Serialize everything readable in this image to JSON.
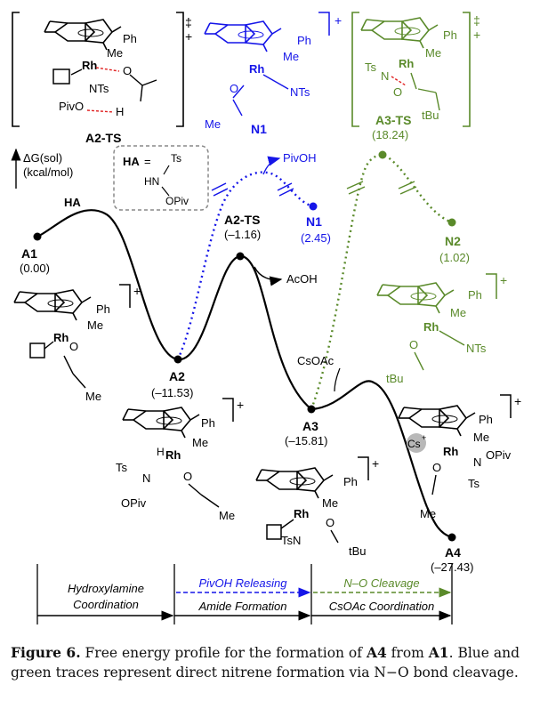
{
  "colors": {
    "main": "#000000",
    "blue": "#1515e8",
    "green": "#5a8a2a",
    "gray": "#9a9a9a"
  },
  "energy_axis": {
    "label_line1": "ΔG(sol)",
    "label_line2": "(kcal/mol)"
  },
  "ha_box": {
    "label": "HA",
    "equals": "=",
    "ts": "Ts",
    "hn": "HN",
    "opiv": "OPiv"
  },
  "structures": {
    "a2ts": {
      "name": "A2-TS",
      "charge": "‡",
      "plus": "+",
      "ph": "Ph",
      "me": "Me",
      "rh": "Rh",
      "nts": "NTs",
      "pivo": "PivO",
      "o": "O",
      "h": "H"
    },
    "n1": {
      "name": "N1",
      "plus": "+",
      "ph": "Ph",
      "me": "Me",
      "rh": "Rh",
      "nts": "NTs",
      "o": "O",
      "me2": "Me"
    },
    "a3ts": {
      "name": "A3-TS",
      "energy": "(18.24)",
      "charge": "‡",
      "plus": "+",
      "ph": "Ph",
      "me": "Me",
      "rh": "Rh",
      "ts": "Ts",
      "n": "N",
      "o": "O",
      "tbu": "tBu"
    },
    "a1struct": {
      "plus": "+",
      "ph": "Ph",
      "me": "Me",
      "rh": "Rh",
      "o": "O",
      "me2": "Me"
    },
    "n2struct": {
      "plus": "+",
      "ph": "Ph",
      "me": "Me",
      "rh": "Rh",
      "nts": "NTs",
      "o": "O",
      "tbu": "tBu"
    },
    "a2struct": {
      "plus": "+",
      "ph": "Ph",
      "me": "Me",
      "rh": "Rh",
      "ts": "Ts",
      "h": "H",
      "n": "N",
      "opiv": "OPiv",
      "o": "O",
      "me2": "Me"
    },
    "a3struct": {
      "plus": "+",
      "ph": "Ph",
      "me": "Me",
      "rh": "Rh",
      "tsn": "TsN",
      "o": "O",
      "tbu": "tBu"
    },
    "a4struct": {
      "plus": "+",
      "ph": "Ph",
      "me": "Me",
      "rh": "Rh",
      "cs": "Cs",
      "csplus": "+",
      "n": "N",
      "opiv": "OPiv",
      "ts": "Ts",
      "o": "O",
      "me2": "Me"
    }
  },
  "profile": {
    "ha": "HA",
    "pivoh": "PivOH",
    "acoh": "AcOH",
    "csoac": "CsOAc",
    "points": [
      {
        "name": "A1",
        "energy": "(0.00)",
        "value": 0.0
      },
      {
        "name": "A2",
        "energy": "(–11.53)",
        "value": -11.53
      },
      {
        "name": "A2-TS",
        "energy": "(–1.16)",
        "value": -1.16
      },
      {
        "name": "A3",
        "energy": "(–15.81)",
        "value": -15.81
      },
      {
        "name": "A4",
        "energy": "(–27.43)",
        "value": -27.43
      },
      {
        "name": "N1",
        "energy": "(2.45)",
        "value": 2.45
      },
      {
        "name": "N2",
        "energy": "(1.02)",
        "value": 1.02
      },
      {
        "name": "A3-TS",
        "energy": "(18.24)",
        "value": 18.24
      }
    ]
  },
  "stages": {
    "hydroxylamine": [
      "Hydroxylamine",
      "Coordination"
    ],
    "pivoh": "PivOH Releasing",
    "amide": "Amide Formation",
    "no_cleavage": "N–O Cleavage",
    "csoac": "CsOAc Coordination"
  },
  "caption": {
    "prefix": "Figure 6.",
    "t1": " Free energy profile for the formation of ",
    "a4": "A4",
    "t2": " from ",
    "a1": "A1",
    "t3": ". Blue and green traces represent direct nitrene formation via N−O bond cleavage."
  }
}
